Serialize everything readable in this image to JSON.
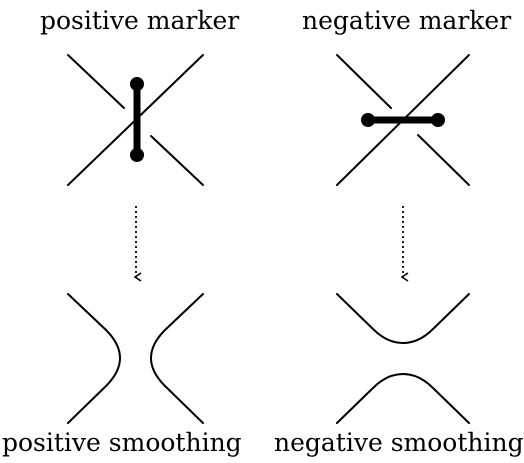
{
  "labels": {
    "positive_marker": "positive marker",
    "negative_marker": "negative marker",
    "positive_smoothing": "positive smoothing",
    "negative_smoothing": "negative smoothing"
  },
  "colors": {
    "stroke": "#000000",
    "background": "#ffffff"
  }
}
